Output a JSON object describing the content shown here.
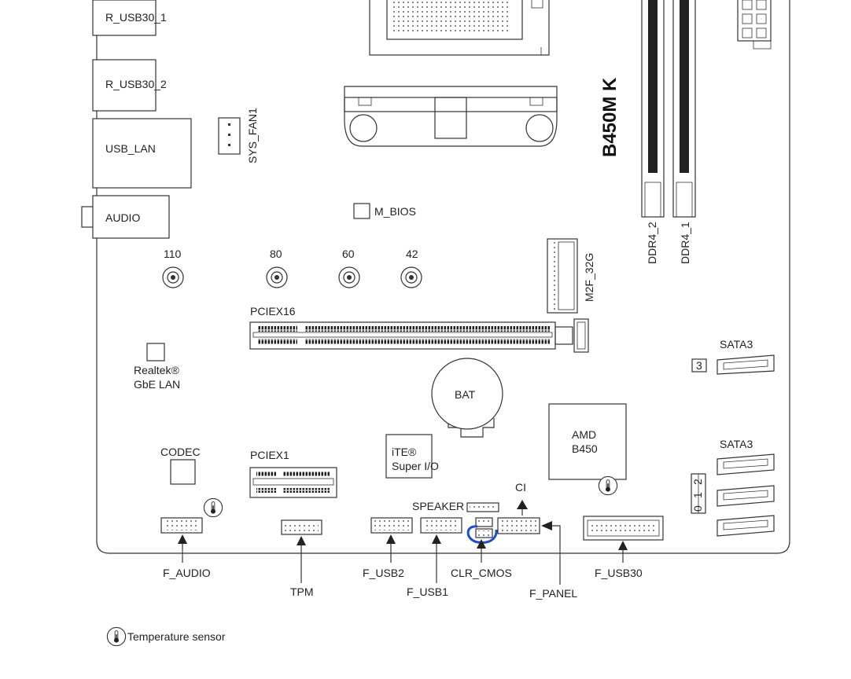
{
  "labels": {
    "r_usb30_1": "R_USB30_1",
    "r_usb30_2": "R_USB30_2",
    "usb_lan": "USB_LAN",
    "audio": "AUDIO",
    "sys_fan1": "SYS_FAN1",
    "m_bios": "M_BIOS",
    "model": "B450M K",
    "ddr4_2": "DDR4_2",
    "ddr4_1": "DDR4_1",
    "m2_110": "110",
    "m2_80": "80",
    "m2_60": "60",
    "m2_42": "42",
    "m2f_32g": "M2F_32G",
    "pciex16": "PCIEX16",
    "realtek_line1": "Realtek®",
    "realtek_line2": "GbE LAN",
    "bat": "BAT",
    "sata3_top": "SATA3",
    "sata3_top_port": "3",
    "sata3_bottom": "SATA3",
    "sata3_bottom_ports": [
      "0",
      "1",
      "2"
    ],
    "codec": "CODEC",
    "pciex1": "PCIEX1",
    "ite_line1": "iTE®",
    "ite_line2": "Super I/O",
    "amd_line1": "AMD",
    "amd_line2": "B450",
    "ci": "CI",
    "speaker": "SPEAKER",
    "f_audio": "F_AUDIO",
    "tpm": "TPM",
    "f_usb2": "F_USB2",
    "f_usb1": "F_USB1",
    "clr_cmos": "CLR_CMOS",
    "f_panel": "F_PANEL",
    "f_usb30": "F_USB30",
    "temp_sensor": "Temperature sensor"
  },
  "colors": {
    "line": "#333333",
    "highlight": "#1a4fcf",
    "background": "#ffffff"
  },
  "icons": {
    "temperature": "thermometer-icon"
  }
}
